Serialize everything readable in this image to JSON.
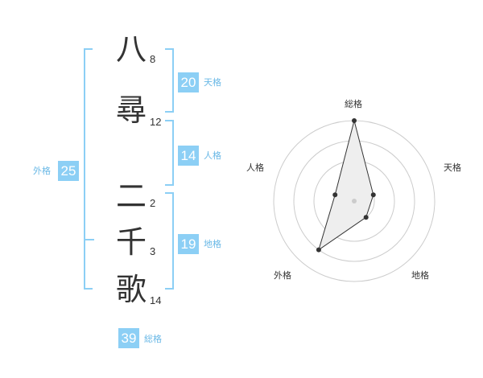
{
  "name": {
    "chars": [
      {
        "char": "八",
        "strokes": "8"
      },
      {
        "char": "尋",
        "strokes": "12"
      },
      {
        "char": "二",
        "strokes": "2"
      },
      {
        "char": "千",
        "strokes": "3"
      },
      {
        "char": "歌",
        "strokes": "14"
      }
    ]
  },
  "fortunes": {
    "tenkaku": {
      "label": "天格",
      "value": "20"
    },
    "jinkaku": {
      "label": "人格",
      "value": "14"
    },
    "chikaku": {
      "label": "地格",
      "value": "19"
    },
    "gaikaku": {
      "label": "外格",
      "value": "25"
    },
    "soukaku": {
      "label": "総格",
      "value": "39"
    }
  },
  "colors": {
    "accent": "#8ccff5",
    "accent_text": "#69b8e6",
    "text": "#333333",
    "radar_ring": "#cccccc",
    "radar_fill": "#eeeeee",
    "radar_line": "#333333"
  },
  "chart_data": {
    "type": "radar",
    "axes": [
      "総格",
      "天格",
      "地格",
      "外格",
      "人格"
    ],
    "values": [
      4,
      1,
      1,
      3,
      1
    ],
    "max": 4,
    "rings": 4
  }
}
